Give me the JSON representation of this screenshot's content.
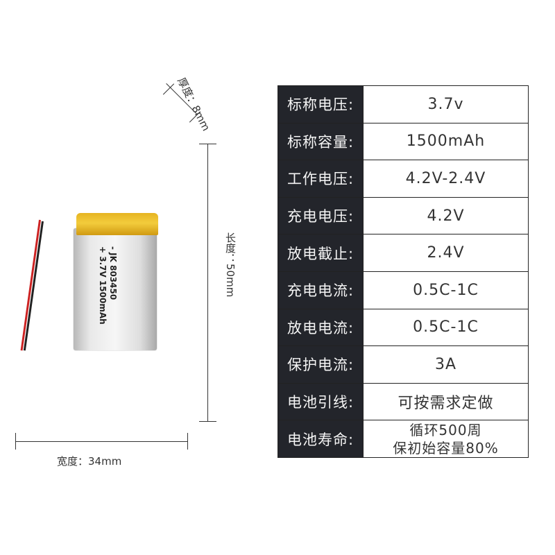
{
  "dimensions": {
    "thickness": "厚度：8mm",
    "length": "长度：50mm",
    "width": "宽度：34mm"
  },
  "battery_label": {
    "line1": "- JK  803450",
    "line2": "+ 3.7V  1500mAh"
  },
  "specs": [
    {
      "label": "标称电压:",
      "value": "3.7v"
    },
    {
      "label": "标称容量:",
      "value": "1500mAh"
    },
    {
      "label": "工作电压:",
      "value": "4.2V-2.4V"
    },
    {
      "label": "充电电压:",
      "value": "4.2V"
    },
    {
      "label": "放电截止:",
      "value": "2.4V"
    },
    {
      "label": "充电电流:",
      "value": "0.5C-1C"
    },
    {
      "label": "放电电流:",
      "value": "0.5C-1C"
    },
    {
      "label": "保护电流:",
      "value": "3A"
    },
    {
      "label": "电池引线:",
      "value": "可按需求定做"
    },
    {
      "label": "电池寿命:",
      "value_line1": "循环500周",
      "value_line2": "保初始容量80%"
    }
  ]
}
